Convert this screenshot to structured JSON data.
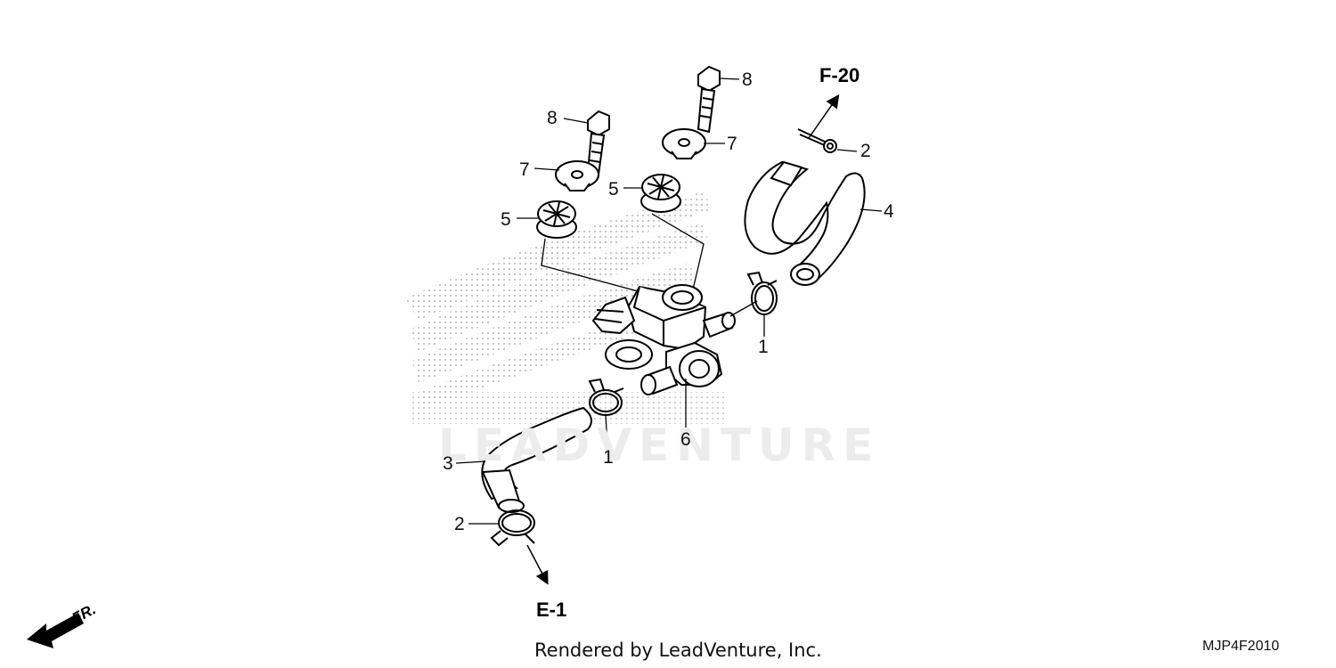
{
  "diagram": {
    "watermark_text": "LEADVENTURE",
    "direction_label": "FR.",
    "references": {
      "up": "F-20",
      "down": "E-1"
    },
    "callouts": [
      "8",
      "8",
      "7",
      "7",
      "5",
      "5",
      "2",
      "4",
      "1",
      "1",
      "6",
      "3",
      "2"
    ],
    "footer": {
      "rendered_by": "Rendered by LeadVenture, Inc.",
      "diagram_code": "MJP4F2010"
    }
  }
}
